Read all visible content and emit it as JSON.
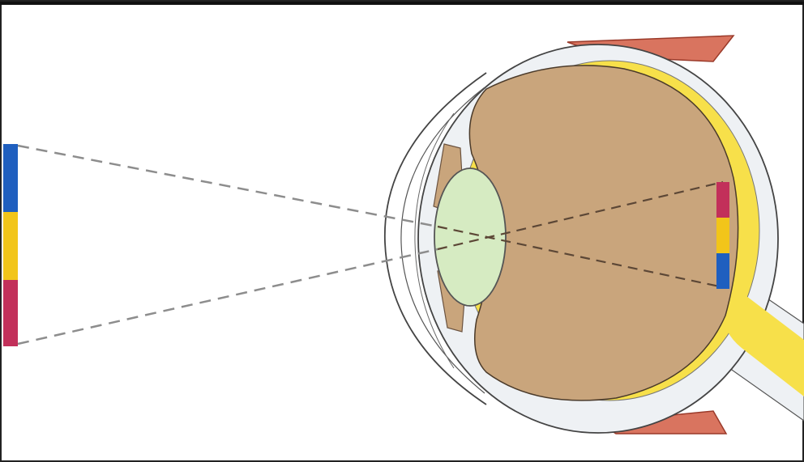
{
  "diagram": {
    "object_bar": {
      "segments": [
        {
          "name": "blue",
          "color": "#1f5fbf"
        },
        {
          "name": "yellow",
          "color": "#f2c51a"
        },
        {
          "name": "red",
          "color": "#c2305a"
        }
      ]
    },
    "retinal_image": {
      "segments": [
        {
          "name": "red",
          "color": "#c2305a"
        },
        {
          "name": "yellow",
          "color": "#f2c51a"
        },
        {
          "name": "blue",
          "color": "#1f5fbf"
        }
      ]
    },
    "colors": {
      "vitreous": "#c9a57c",
      "lens": "#d6ebc2",
      "retina": "#f7e04a",
      "sclera": "#eef1f4",
      "muscle": "#d9745f",
      "optic_nerve": "#f7e04a",
      "ray_line": "#8d8d8d",
      "ray_line_inside": "#5c4736",
      "outline": "#444444"
    }
  }
}
